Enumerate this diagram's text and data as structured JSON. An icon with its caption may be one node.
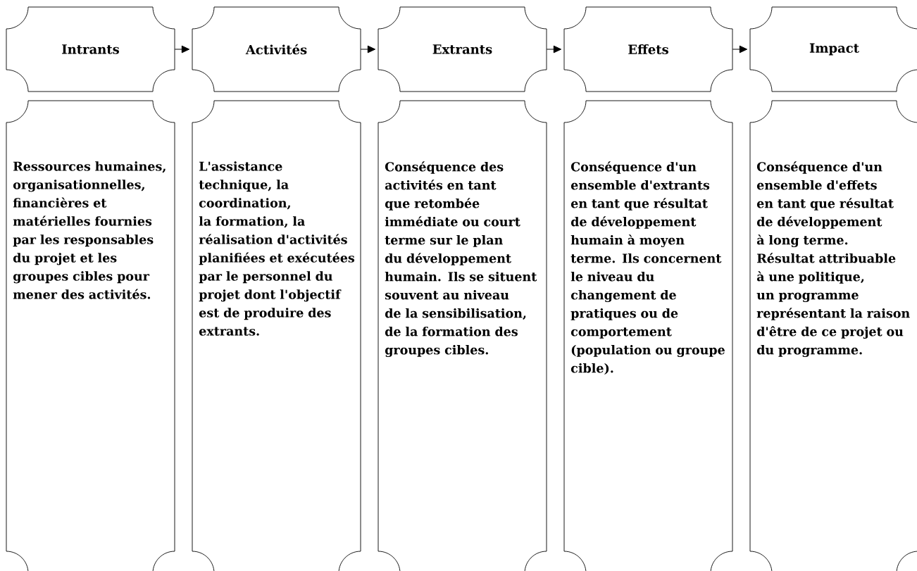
{
  "diagram": {
    "nodes": [
      {
        "text": [
          "Intrants"
        ]
      },
      {
        "text": [
          "Activités"
        ]
      },
      {
        "text": [
          "Extrants"
        ]
      },
      {
        "text": [
          "Effets"
        ]
      },
      {
        "text": [
          "Impact"
        ]
      },
      {
        "text": [
          "Ressources humaines, organisationnelles, financières et matérielles fournies par les responsables du projet et les groupes cibles pour mener des activités."
        ]
      },
      {
        "text": [
          "L'assistance technique, la coordination, la formation, la réalisation d'activités planifiées et exécutées par le personnel du projet dont l'objectif est de produire des extrants."
        ]
      },
      {
        "text": [
          "Conséquence des activités en tant que retombée immédiate ou court terme sur le plan du développement humain. Ils se situent souvent au niveau de la sensibilisation, de la formation des groupes cibles."
        ]
      },
      {
        "text": [
          "Conséquence d'un ensemble d'extrants en tant que résultat de développement humain à moyen terme. Ils concernent le niveau du changement de pratiques ou de comportement (population ou groupe cible)."
        ]
      },
      {
        "text": [
          "Conséquence d'un ensemble d'effets en tant que résultat de développement à long terme. Résultat attribuable à une politique, un programme représentant la raison d'être de ce projet ou du programme."
        ]
      }
    ],
    "edges": [
      {
        "from": 0,
        "to": 1,
        "arrow": "to"
      },
      {
        "from": 1,
        "to": 2,
        "arrow": "to"
      },
      {
        "from": 2,
        "to": 3,
        "arrow": "to"
      },
      {
        "from": 3,
        "to": 4,
        "arrow": "to"
      }
    ]
  }
}
